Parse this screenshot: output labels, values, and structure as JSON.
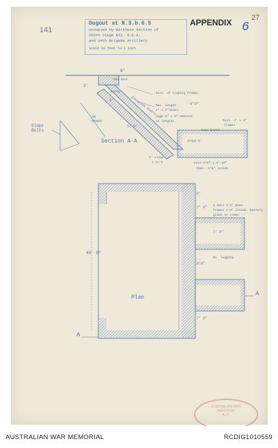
{
  "document": {
    "page_number": "141",
    "appendix_label": "APPENDIX",
    "appendix_number": "6",
    "corner_number": "27",
    "title_lines": [
      "Dugout at N.3.b.6.5",
      "occupied by Wireless Section of",
      "256th Siege Bty. R.G.A.",
      "and 34th Brigade Artillery",
      "Scale 10 feet to 1 inch"
    ],
    "section_label": "Section A-A",
    "plan_label": "Plan",
    "slope_label": "Slope Bolts",
    "section_annotations": [
      "6\"",
      "Gas door",
      "3'",
      "Bolts",
      "8'",
      "Elevation shafts",
      "Dist. of sloping frames",
      "Max. length",
      "4\" x 2\"",
      "Steel",
      "Cage 6\" x 3\" Hemlock",
      "in lengths",
      "8'0\"",
      "30 steps",
      "5' 6\"",
      "Sump board",
      "Dist. 4\" x 5\"",
      "frames",
      "Steps 5'",
      "Sets 5'6\" x 5' 10\"",
      "Dims. 5'6\" inside",
      "5' slope",
      "1 in 6"
    ],
    "plan_annotations": [
      "5'",
      "7' 6\"",
      "6 Sets 5'3\" Dims.",
      "Frames 2'6\" inside. Battery",
      "grams to rooms",
      "7' 0\"",
      "40' 0\"",
      "No. logging",
      "8'0\"",
      "7' 6\""
    ],
    "section_markers": [
      "A",
      "A"
    ],
    "stamp_text": [
      "AUSTRALIAN WAR",
      "MEMORIAL",
      "A.I.F."
    ]
  },
  "footer": {
    "institution": "AUSTRALIAN WAR MEMORIAL",
    "reference": "RCDIG1010559"
  },
  "colors": {
    "ink": "#4d6fa3",
    "paper": "#efe9d9",
    "hatch": "#7f9cc7",
    "stamp": "#d79a9a"
  }
}
